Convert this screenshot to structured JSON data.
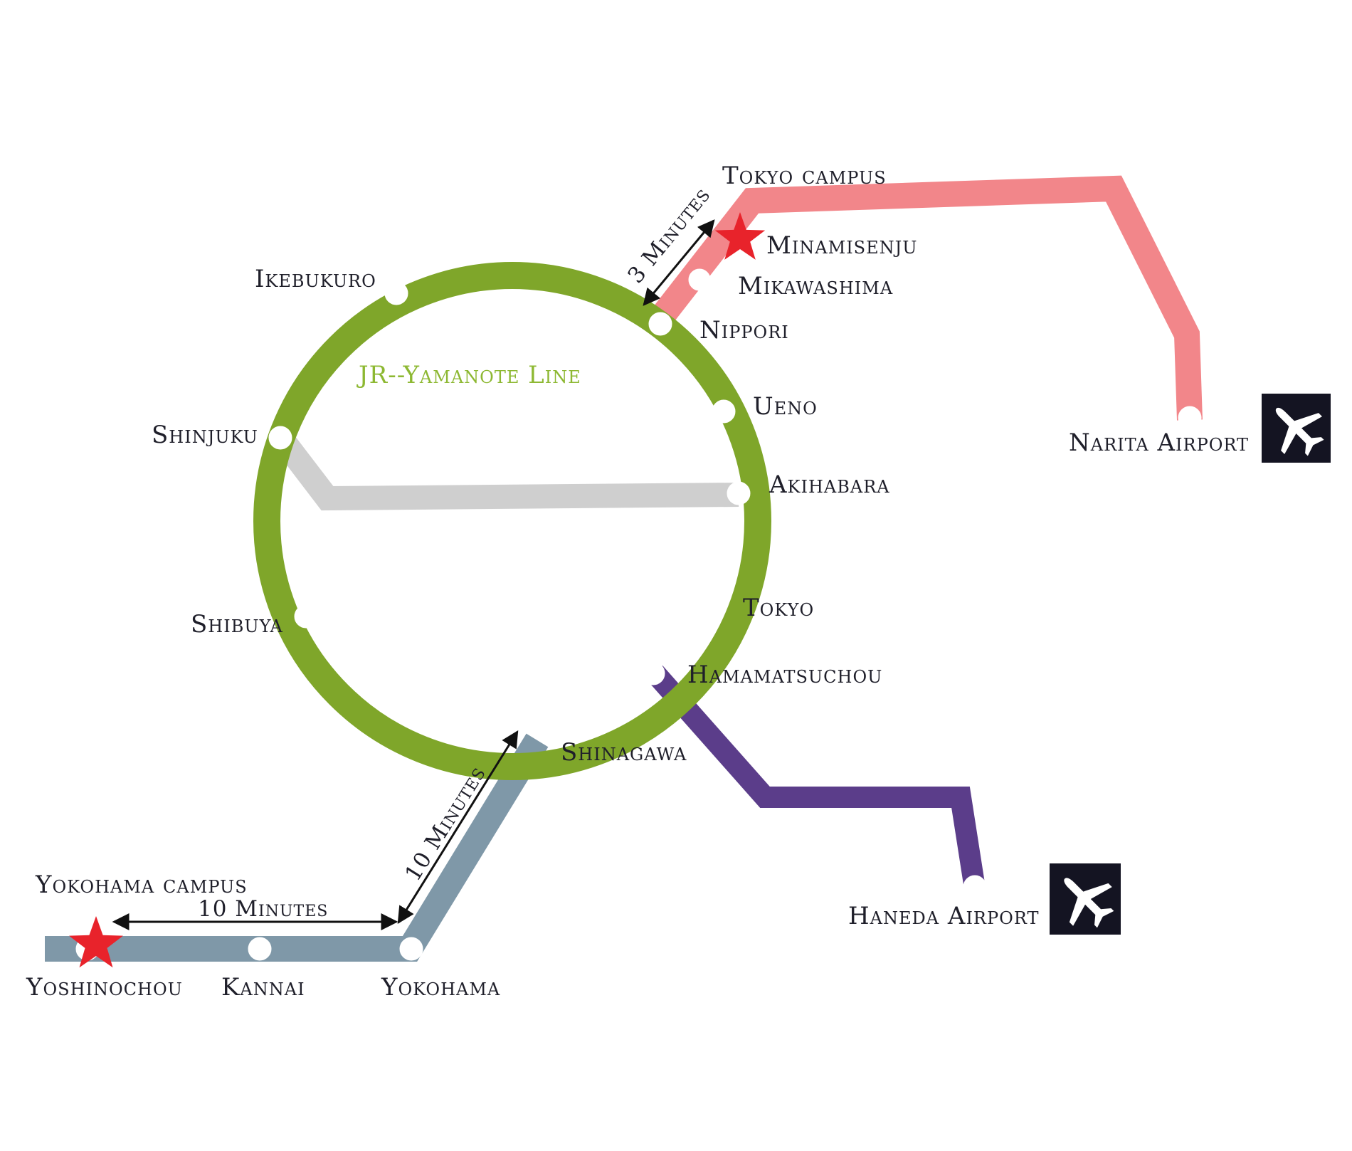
{
  "map": {
    "yamanote_line": {
      "label": "JR--Yamanote Line",
      "color": "#7fa62a",
      "label_color": "#8db832"
    },
    "lines": {
      "narita_line_color": "#f2868a",
      "haneda_line_color": "#5b3d8a",
      "yokohama_line_color": "#7f98a8",
      "chuo_line_color": "#cfcfcf"
    },
    "stations": {
      "ikebukuro": "Ikebukuro",
      "nippori": "Nippori",
      "mikawashima": "Mikawashima",
      "minamisenju": "Minamisenju",
      "ueno": "Ueno",
      "akihabara": "Akihabara",
      "tokyo": "Tokyo",
      "hamamatsuchou": "Hamamatsuchou",
      "shinagawa": "Shinagawa",
      "shibuya": "Shibuya",
      "shinjuku": "Shinjuku",
      "narita_airport": "Narita Airport",
      "haneda_airport": "Haneda Airport",
      "yokohama": "Yokohama",
      "kannai": "Kannai",
      "yoshinochou": "Yoshinochou"
    },
    "campuses": {
      "tokyo": "Tokyo campus",
      "yokohama": "Yokohama campus",
      "marker_color": "#e8232b"
    },
    "travel_times": {
      "nippori_to_minamisenju": "3 Minutes",
      "shinagawa_to_yokohama": "10 Minutes",
      "yokohama_to_yoshinochou": "10 Minutes"
    },
    "icons": {
      "airport": "airplane-icon",
      "campus": "star-icon",
      "airport_icon_bg": "#141422"
    }
  }
}
